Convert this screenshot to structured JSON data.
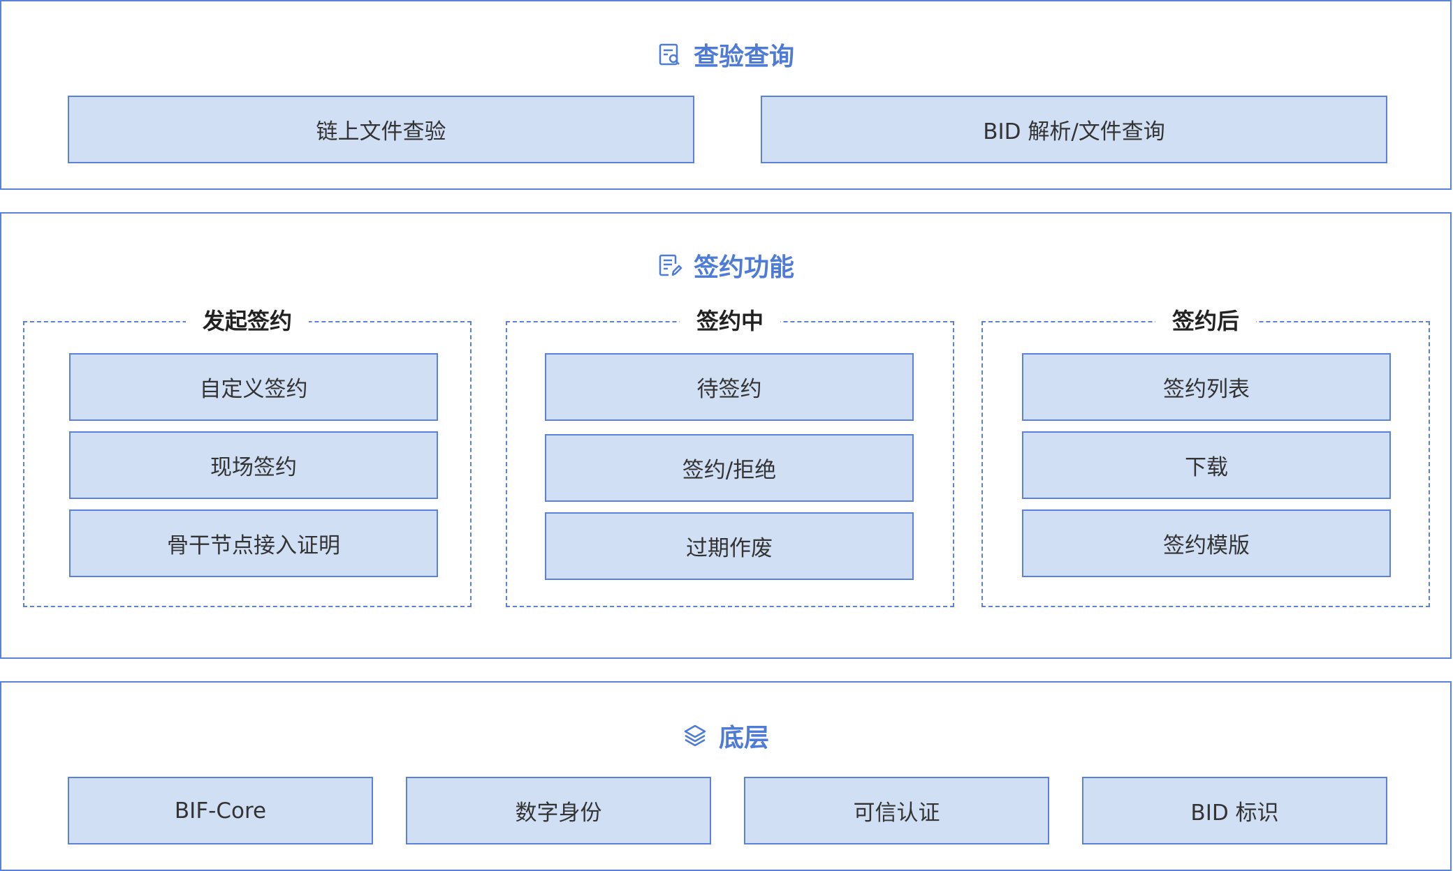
{
  "colors": {
    "accent": "#4d7bd6",
    "border": "#5b82d6",
    "box_fill": "#d1dff5"
  },
  "query": {
    "title": "查验查询",
    "icon": "document-search-icon",
    "items": [
      "链上文件查验",
      "BID 解析/文件查询"
    ]
  },
  "sign": {
    "title": "签约功能",
    "icon": "document-edit-icon",
    "groups": [
      {
        "title": "发起签约",
        "items": [
          "自定义签约",
          "现场签约",
          "骨干节点接入证明"
        ]
      },
      {
        "title": "签约中",
        "items": [
          "待签约",
          "签约/拒绝",
          "过期作废"
        ]
      },
      {
        "title": "签约后",
        "items": [
          "签约列表",
          "下载",
          "签约模版"
        ]
      }
    ]
  },
  "base": {
    "title": "底层",
    "icon": "layers-icon",
    "items": [
      "BIF-Core",
      "数字身份",
      "可信认证",
      "BID 标识"
    ]
  }
}
